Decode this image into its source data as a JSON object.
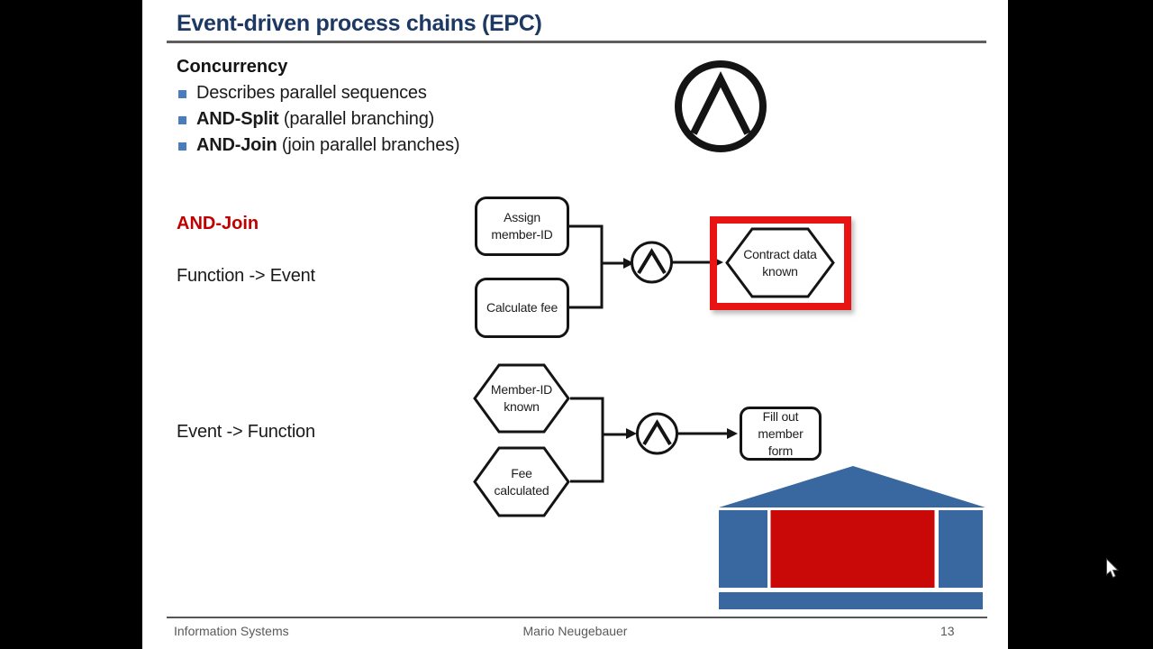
{
  "slide": {
    "title": "Event-driven process chains (EPC)",
    "concurrency": {
      "heading": "Concurrency",
      "bullets": [
        {
          "bold": "",
          "rest": "Describes parallel sequences"
        },
        {
          "bold": "AND-Split",
          "rest": " (parallel branching)"
        },
        {
          "bold": "AND-Join",
          "rest": " (join parallel branches)"
        }
      ]
    },
    "section": {
      "label": "AND-Join",
      "case1": "Function -> Event",
      "case2": "Event -> Function"
    },
    "diagram1": {
      "function_top": "Assign member-ID",
      "function_bottom": "Calculate fee",
      "operator": "AND",
      "result_event": "Contract data known"
    },
    "diagram2": {
      "event_top": "Member-ID known",
      "event_bottom": "Fee calculated",
      "operator": "AND",
      "result_function": "Fill out member form"
    },
    "footer": {
      "course": "Information Systems",
      "author": "Mario Neugebauer",
      "page": "13"
    },
    "colors": {
      "title_navy": "#1c3863",
      "accent_red": "#c00000",
      "highlight_red": "#e81414",
      "bullet_blue": "#4a7ebb",
      "logo_blue": "#39679f",
      "logo_red": "#c90808",
      "footer_gray": "#595959",
      "stroke_black": "#141414"
    }
  }
}
